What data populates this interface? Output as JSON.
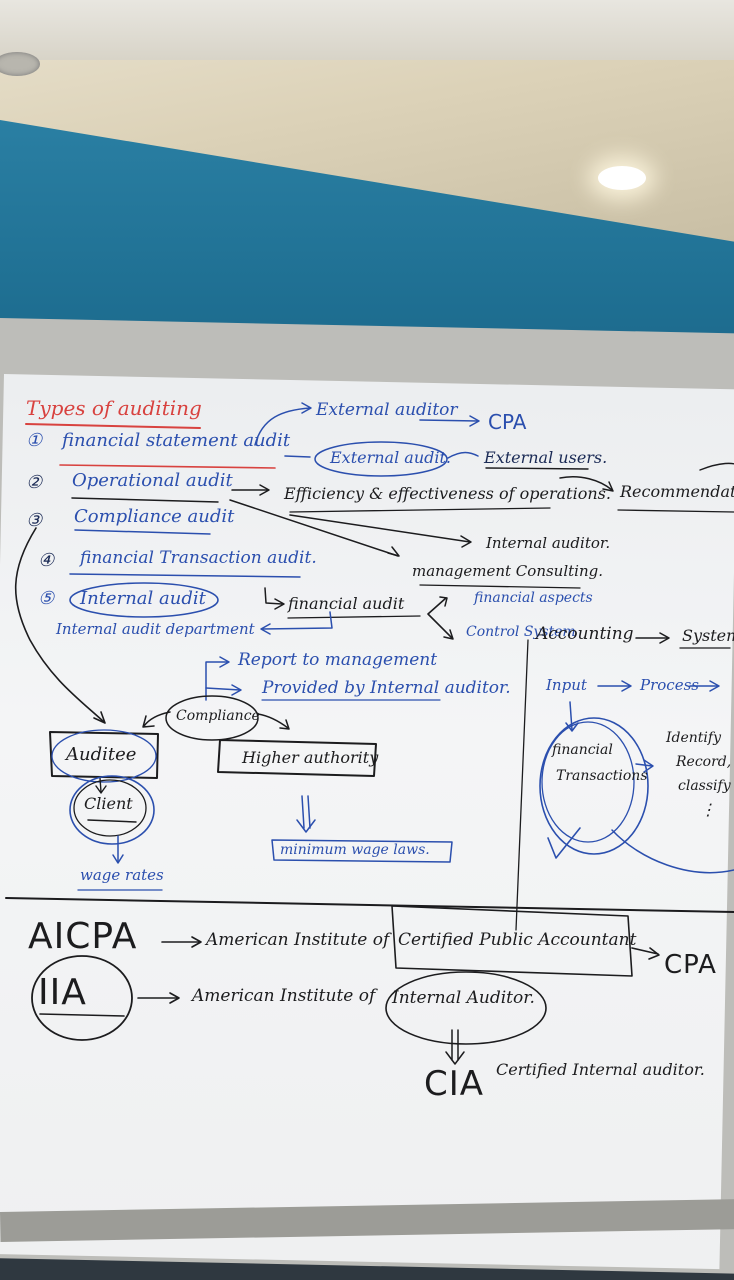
{
  "heading": "Types of auditing",
  "list": {
    "n1": "①",
    "item1": "financial statement audit",
    "n2": "②",
    "item2": "Operational audit",
    "n3": "③",
    "item3": "Compliance audit",
    "n4": "④",
    "item4": "financial Transaction audit.",
    "n5": "⑤",
    "item5": "Internal audit"
  },
  "notes": {
    "external_auditor": "External auditor",
    "cpa": "CPA",
    "external_audit": "External audit.",
    "external_users": "External users.",
    "efficiency": "Efficiency & effectiveness of operations.",
    "recommendations": "Recommendations",
    "internal_auditor": "Internal auditor.",
    "management_consulting": "management Consulting.",
    "financial_audit": "financial audit",
    "financial_aspects": "financial aspects",
    "control_system": "Control System",
    "accounting": "Accounting",
    "system": "System",
    "internal_audit_department": "Internal audit department",
    "report_to_management": "Report to management",
    "provided_by": "Provided by Internal auditor.",
    "input": "Input",
    "process": "Process",
    "compliance": "Compliance",
    "auditee": "Auditee",
    "higher_authority": "Higher authority",
    "client": "Client",
    "wage_rates": "wage rates",
    "minimum_wage_laws": "minimum wage laws.",
    "financial_transactions_1": "financial",
    "financial_transactions_2": "Transactions",
    "identify": "Identify",
    "record": "Record,",
    "classify": "classify",
    "dots": "⋮"
  },
  "lower": {
    "aicpa": "AICPA",
    "aicpa_def_1": "American Institute of",
    "aicpa_def_2": "Certified Public Accountant",
    "cpa": "CPA",
    "iia": "IIA",
    "iia_def_1": "American Institute of",
    "iia_def_2": "Internal Auditor.",
    "cia": "CIA",
    "cia_def": "Certified Internal auditor."
  },
  "colors": {
    "marker_blue": "#2b4fae",
    "marker_black": "#1c1c1e",
    "marker_red": "#d8423f",
    "wall_teal": "#1e6e91"
  }
}
